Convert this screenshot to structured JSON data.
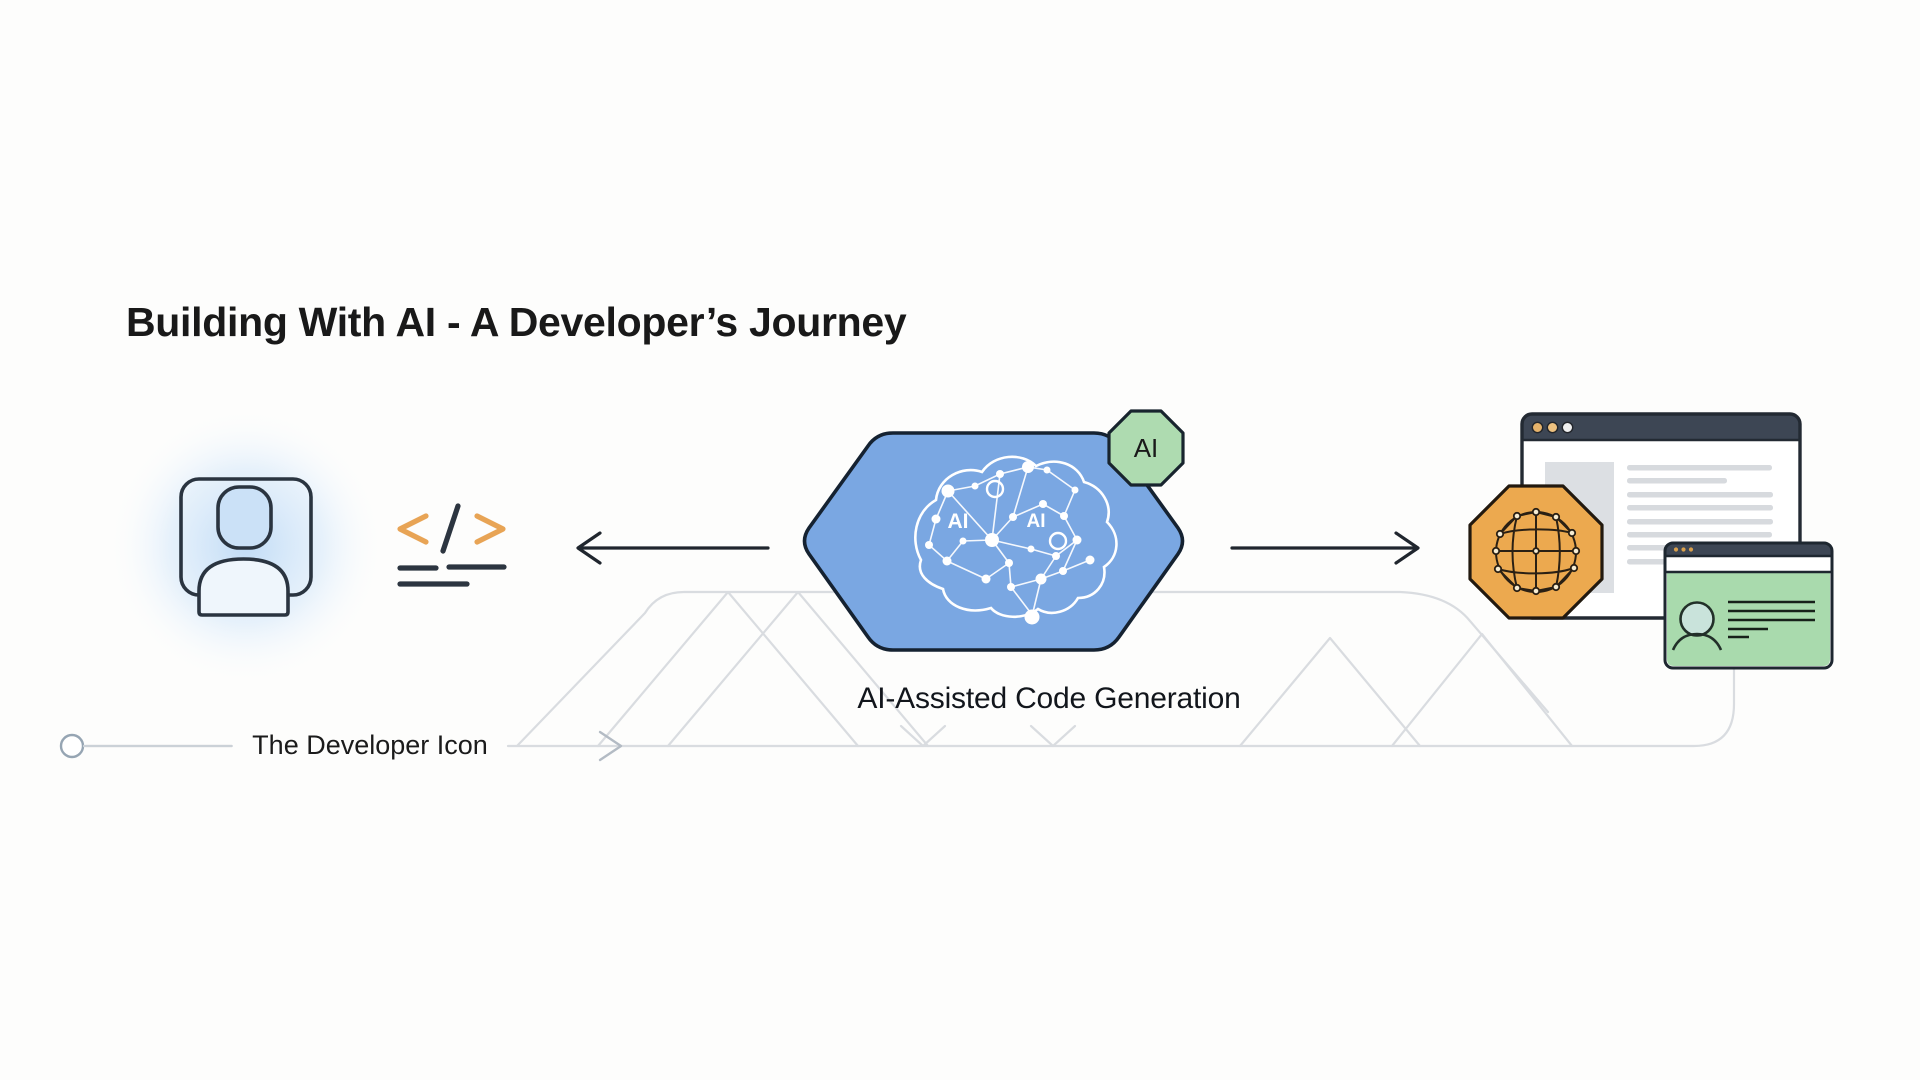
{
  "slide": {
    "background": "#FDFDFC"
  },
  "title": {
    "text": "Building With AI - A Developer’s Journey"
  },
  "developer_section": {
    "label": "The Developer Icon"
  },
  "process_section": {
    "label": "AI-Assisted Code Generation",
    "badge_label": "AI",
    "brain_labels": [
      "AI",
      "AI"
    ]
  },
  "colors": {
    "hexagon_fill": "#7AA7E2",
    "hexagon_stroke": "#152231",
    "badge_fill": "#AEDBB0",
    "octagon_fill": "#ECA94F",
    "card_body_fill": "#A9DAAD",
    "window_header": "#3D4654",
    "code_accent": "#E8A455",
    "ribbon": "#D9DCE0",
    "ink": "#20262E",
    "glow": "#C3DDF6"
  }
}
